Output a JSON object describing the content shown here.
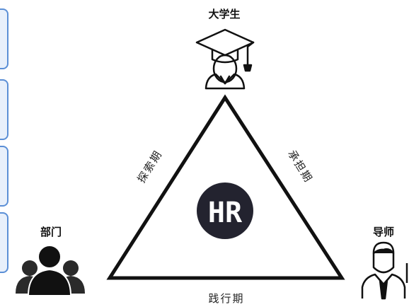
{
  "diagram": {
    "center": "HR",
    "top_node": "大学生",
    "left_node": "部门",
    "right_node": "导师",
    "edge_left": "探索期",
    "edge_right": "承担期",
    "edge_bottom": "践行期"
  },
  "colors": {
    "stroke": "#111111",
    "hr_circle": "#23232f",
    "tab_border": "#5b8fd6",
    "tab_fill": "#e8f0fb"
  },
  "icons": {
    "top": "graduate-icon",
    "left": "team-icon",
    "right": "mentor-icon"
  }
}
